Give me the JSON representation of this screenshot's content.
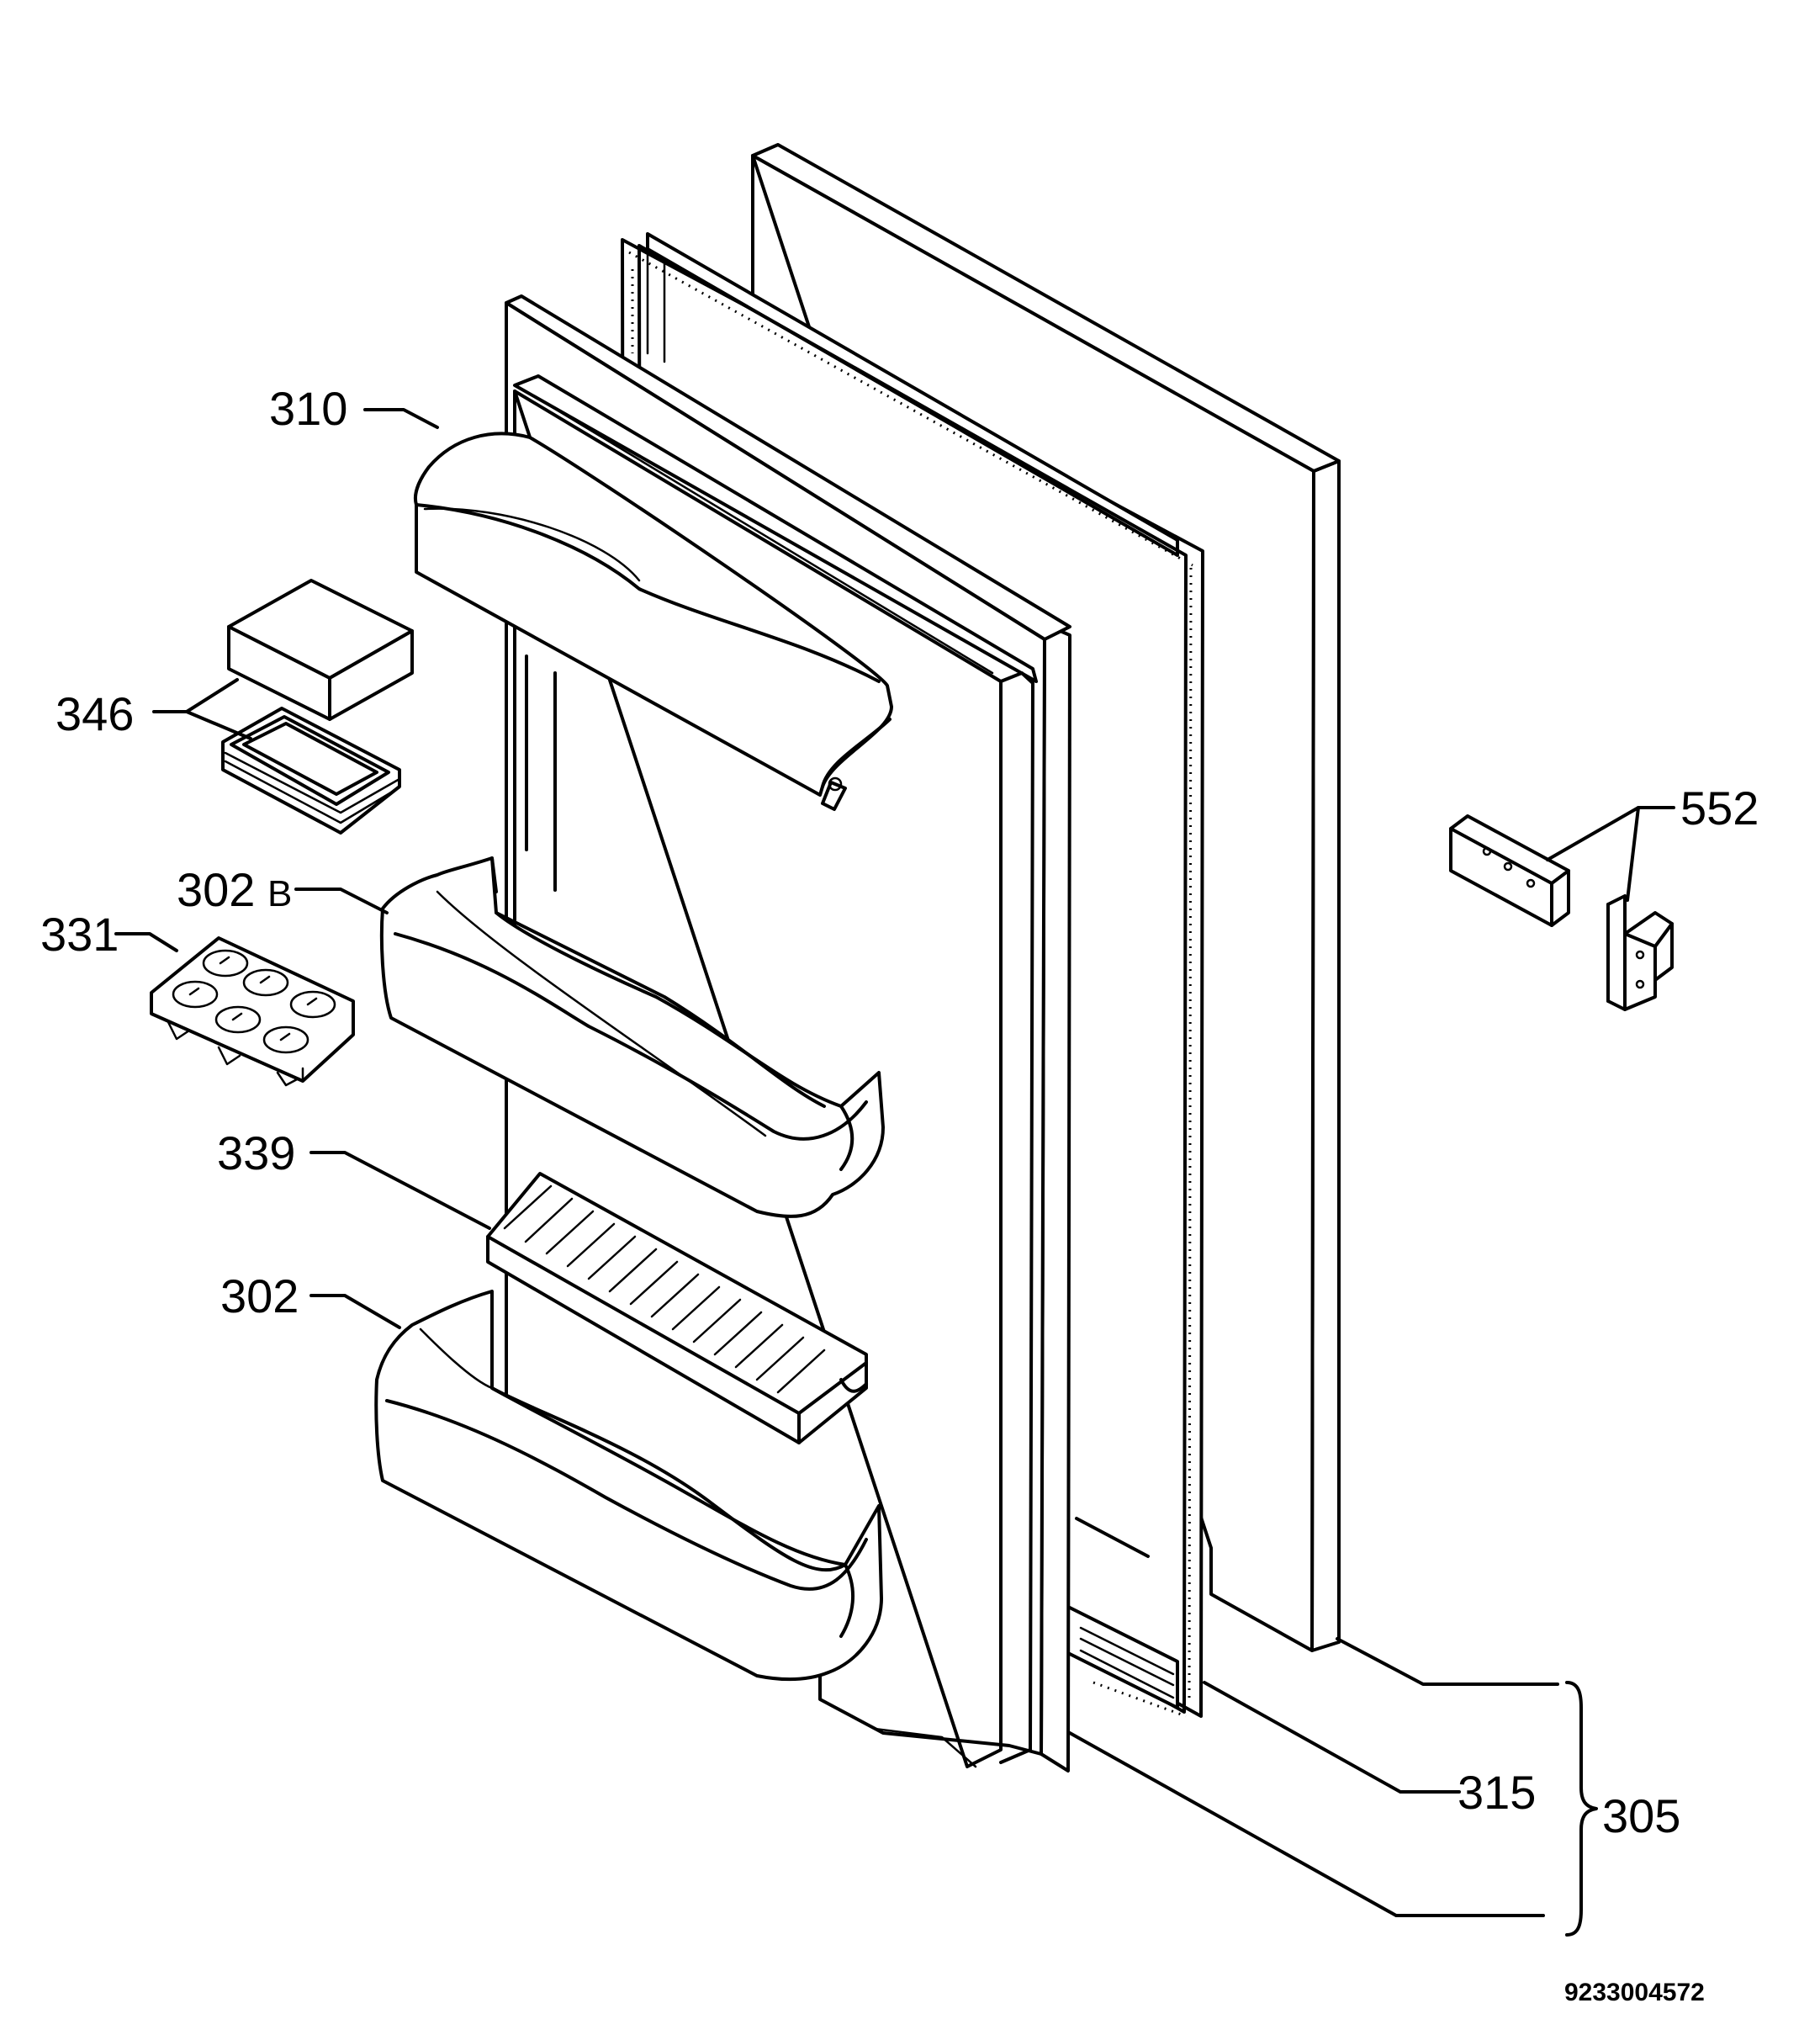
{
  "diagram": {
    "labels": {
      "l310": "310",
      "l346": "346",
      "l302b_num": "302",
      "l302b_suffix": "B",
      "l331": "331",
      "l339": "339",
      "l302": "302",
      "l552": "552",
      "l315": "315",
      "l305": "305"
    },
    "document_number": "9233004572"
  }
}
